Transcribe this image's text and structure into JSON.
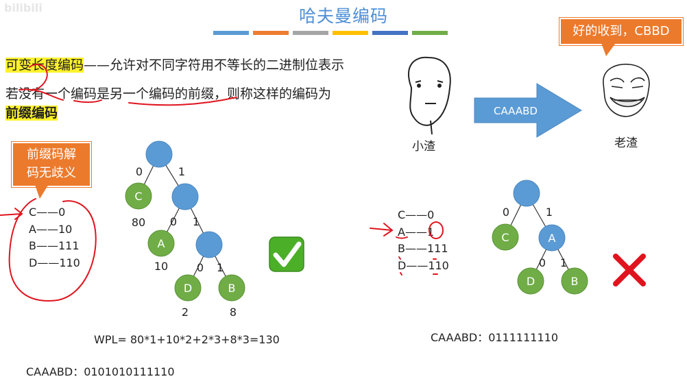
{
  "watermark": "bilibili",
  "title": "哈夫曼编码",
  "stripe_colors": [
    "#5b9bd5",
    "#ed7d31",
    "#a5a5a5",
    "#ffc000",
    "#4472c4",
    "#70ad47"
  ],
  "definition": {
    "term": "可变长度编码",
    "rest": "——允许对不同字符用不等长的二进制位表示",
    "prefix_rule": "若没有一个编码是另一个编码的前缀，则称这样的编码为",
    "prefix_term": "前缀编码"
  },
  "callout_left": {
    "line1": "前缀码解",
    "line2": "码无歧义"
  },
  "callout_right": "好的收到，CBBD",
  "left_codes": [
    "C——0",
    "A——10",
    "B——111",
    "D——110"
  ],
  "right_codes": [
    "C——0",
    "A——1",
    "B——111",
    "D——110"
  ],
  "left_tree": {
    "edge_labels": [
      "0",
      "1",
      "0",
      "1",
      "0",
      "1"
    ],
    "leaves": [
      "C",
      "A",
      "D",
      "B"
    ],
    "weights": [
      "80",
      "10",
      "2",
      "8"
    ]
  },
  "right_tree": {
    "edge_labels": [
      "0",
      "1",
      "0",
      "1"
    ],
    "nodes": [
      "C",
      "A",
      "D",
      "B"
    ]
  },
  "wpl": "WPL= 80*1+10*2+2*3+8*3=130",
  "left_encoded": "CAAABD：0101010111110",
  "right_encoded": "CAAABD：0111111110",
  "arrow_label": "CAAABD",
  "sender": "小渣",
  "receiver": "老渣",
  "colors": {
    "blue": "#5b9bd5",
    "green": "#70ad47",
    "orange": "#ec7a2c",
    "red": "#e0141e",
    "check": "#4caf28"
  },
  "icons": [
    "check-icon",
    "cross-icon",
    "poker-face-icon",
    "troll-face-icon",
    "right-arrow-icon"
  ]
}
